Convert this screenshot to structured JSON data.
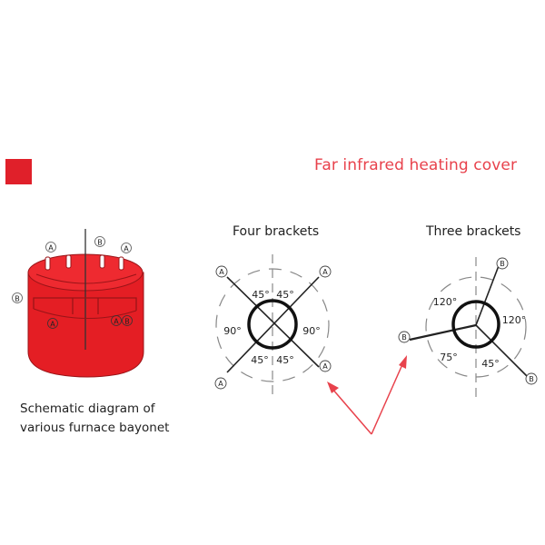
{
  "header": {
    "title": "Far infrared heating cover",
    "accent_color": "#e0202a"
  },
  "furnace": {
    "caption_line1": "Schematic diagram of",
    "caption_line2": "various furnace bayonet",
    "fill_color": "#e41e24",
    "labels": {
      "a": "A",
      "b": "B",
      "ab": "A",
      "ab2": "B"
    }
  },
  "four_brackets": {
    "title": "Four brackets",
    "angle_top_left": "45°",
    "angle_top_right": "45°",
    "angle_bottom_left": "45°",
    "angle_bottom_right": "45°",
    "angle_left": "90°",
    "angle_right": "90°",
    "bracket_label": "A"
  },
  "three_brackets": {
    "title": "Three brackets",
    "angle_upper_left": "120°",
    "angle_right": "120°",
    "angle_lower_left": "75°",
    "angle_lower_right": "45°",
    "bracket_label": "B"
  }
}
